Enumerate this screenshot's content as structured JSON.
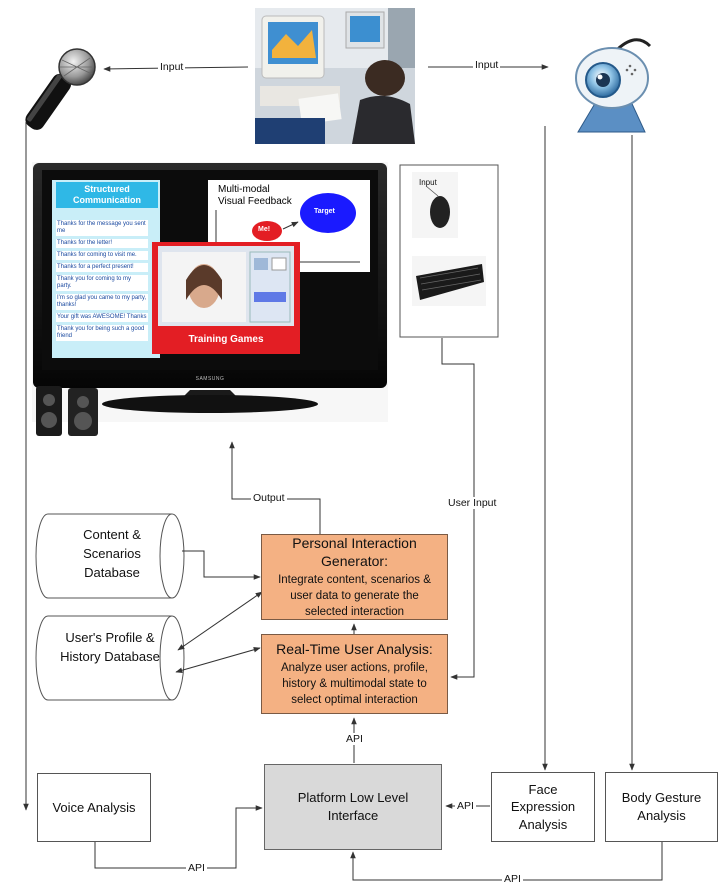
{
  "edge_labels": {
    "input_left": "Input",
    "input_right": "Input",
    "output": "Output",
    "user_input": "User Input",
    "api_voice": "API",
    "api_face": "API",
    "api_bottom": "API",
    "api_up": "API"
  },
  "monitor": {
    "structured_title": "Structured Communication",
    "phrases": [
      "Thanks for the message you sent me",
      "Thanks for the letter!",
      "Thanks for coming to visit me.",
      "Thanks for a perfect present!",
      "Thank you for coming to my party.",
      "I'm so glad you came to my party, thanks!",
      "Your gift was AWESOME! Thanks",
      "Thank you for being such a good friend"
    ],
    "feedback_label": "Multi-modal Visual Feedback",
    "me_label": "Me!",
    "target_label": "Target",
    "training_games": "Training Games",
    "brand": "SAMSUNG"
  },
  "input_devices": {
    "label": "Input"
  },
  "databases": {
    "content": "Content & Scenarios Database",
    "profile": "User's Profile & History Database"
  },
  "generator": {
    "title": "Personal Interaction Generator:",
    "body": "Integrate content, scenarios & user data to generate the selected interaction"
  },
  "analysis": {
    "title": "Real-Time User Analysis:",
    "body": "Analyze user actions, profile, history & multimodal state to select optimal interaction"
  },
  "platform": {
    "label": "Platform Low Level Interface"
  },
  "voice": {
    "label": "Voice Analysis"
  },
  "face": {
    "label": "Face Expression Analysis"
  },
  "body_gesture": {
    "label": "Body Gesture Analysis"
  },
  "colors": {
    "orange_box": "#f4b183",
    "gray_box": "#d9d9d9",
    "screen_red": "#e31e24",
    "target_blue": "#1a1aff"
  }
}
